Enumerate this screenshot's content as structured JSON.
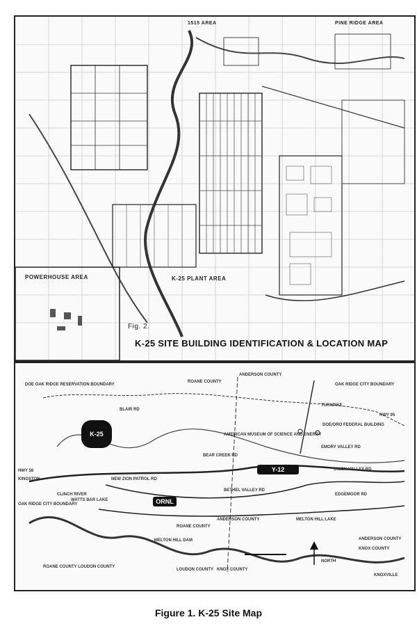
{
  "top_map": {
    "fig_label": "Fig. 2.",
    "title": "K-25 SITE BUILDING IDENTIFICATION & LOCATION MAP",
    "powerhouse_area": "POWERHOUSE AREA",
    "plant_area": "K-25 PLANT AREA",
    "area_1515": "1515 AREA",
    "pine_ridge_area": "PINE RIDGE AREA"
  },
  "bottom_map": {
    "reservation_boundary": "DOE OAK RIDGE RESERVATION BOUNDARY",
    "roane_county_n": "ROANE COUNTY",
    "anderson_county_n": "ANDERSON COUNTY",
    "oak_ridge_city": "OAK RIDGE CITY BOUNDARY",
    "turnpike": "TURNPIKE",
    "hwy_95": "HWY 95",
    "hwy_58": "HWY 58",
    "kingston": "KINGSTON",
    "american_museum": "AMERICAN MUSEUM OF SCIENCE AND ENERGY",
    "federal_building": "DOE/ORO FEDERAL BUILDING",
    "emory_valley_rd": "EMORY VALLEY RD",
    "union_valley_rd": "UNION VALLEY RD",
    "bear_creek_rd": "BEAR CREEK RD",
    "bethel_valley_rd": "BETHEL VALLEY RD",
    "edgemoor_rd": "EDGEMOOR RD",
    "new_zion_patrol_rd": "NEW ZION PATROL RD",
    "blair_rd": "BLAIR RD",
    "oak_ridge_city_boundary_sw": "OAK RIDGE CITY BOUNDARY",
    "watts_bar_lake": "WATTS BAR LAKE",
    "clinch_river": "CLINCH RIVER",
    "melton_hill_dam": "MELTON HILL DAM",
    "melton_hill_lake": "MELTON HILL LAKE",
    "roane_county_s": "ROANE COUNTY",
    "anderson_county_s": "ANDERSON COUNTY",
    "loudon_county": "LOUDON COUNTY",
    "knox_county": "KNOX COUNTY",
    "anderson_county_se": "ANDERSON COUNTY",
    "knox_county_se": "KNOX COUNTY",
    "roane_loudon": "ROANE COUNTY LOUDON COUNTY",
    "knoxville": "KNOXVILLE",
    "north": "NORTH",
    "k25": "K-25",
    "y12": "Y-12",
    "ornl": "ORNL"
  },
  "caption": "Figure 1.  K-25 Site Map"
}
